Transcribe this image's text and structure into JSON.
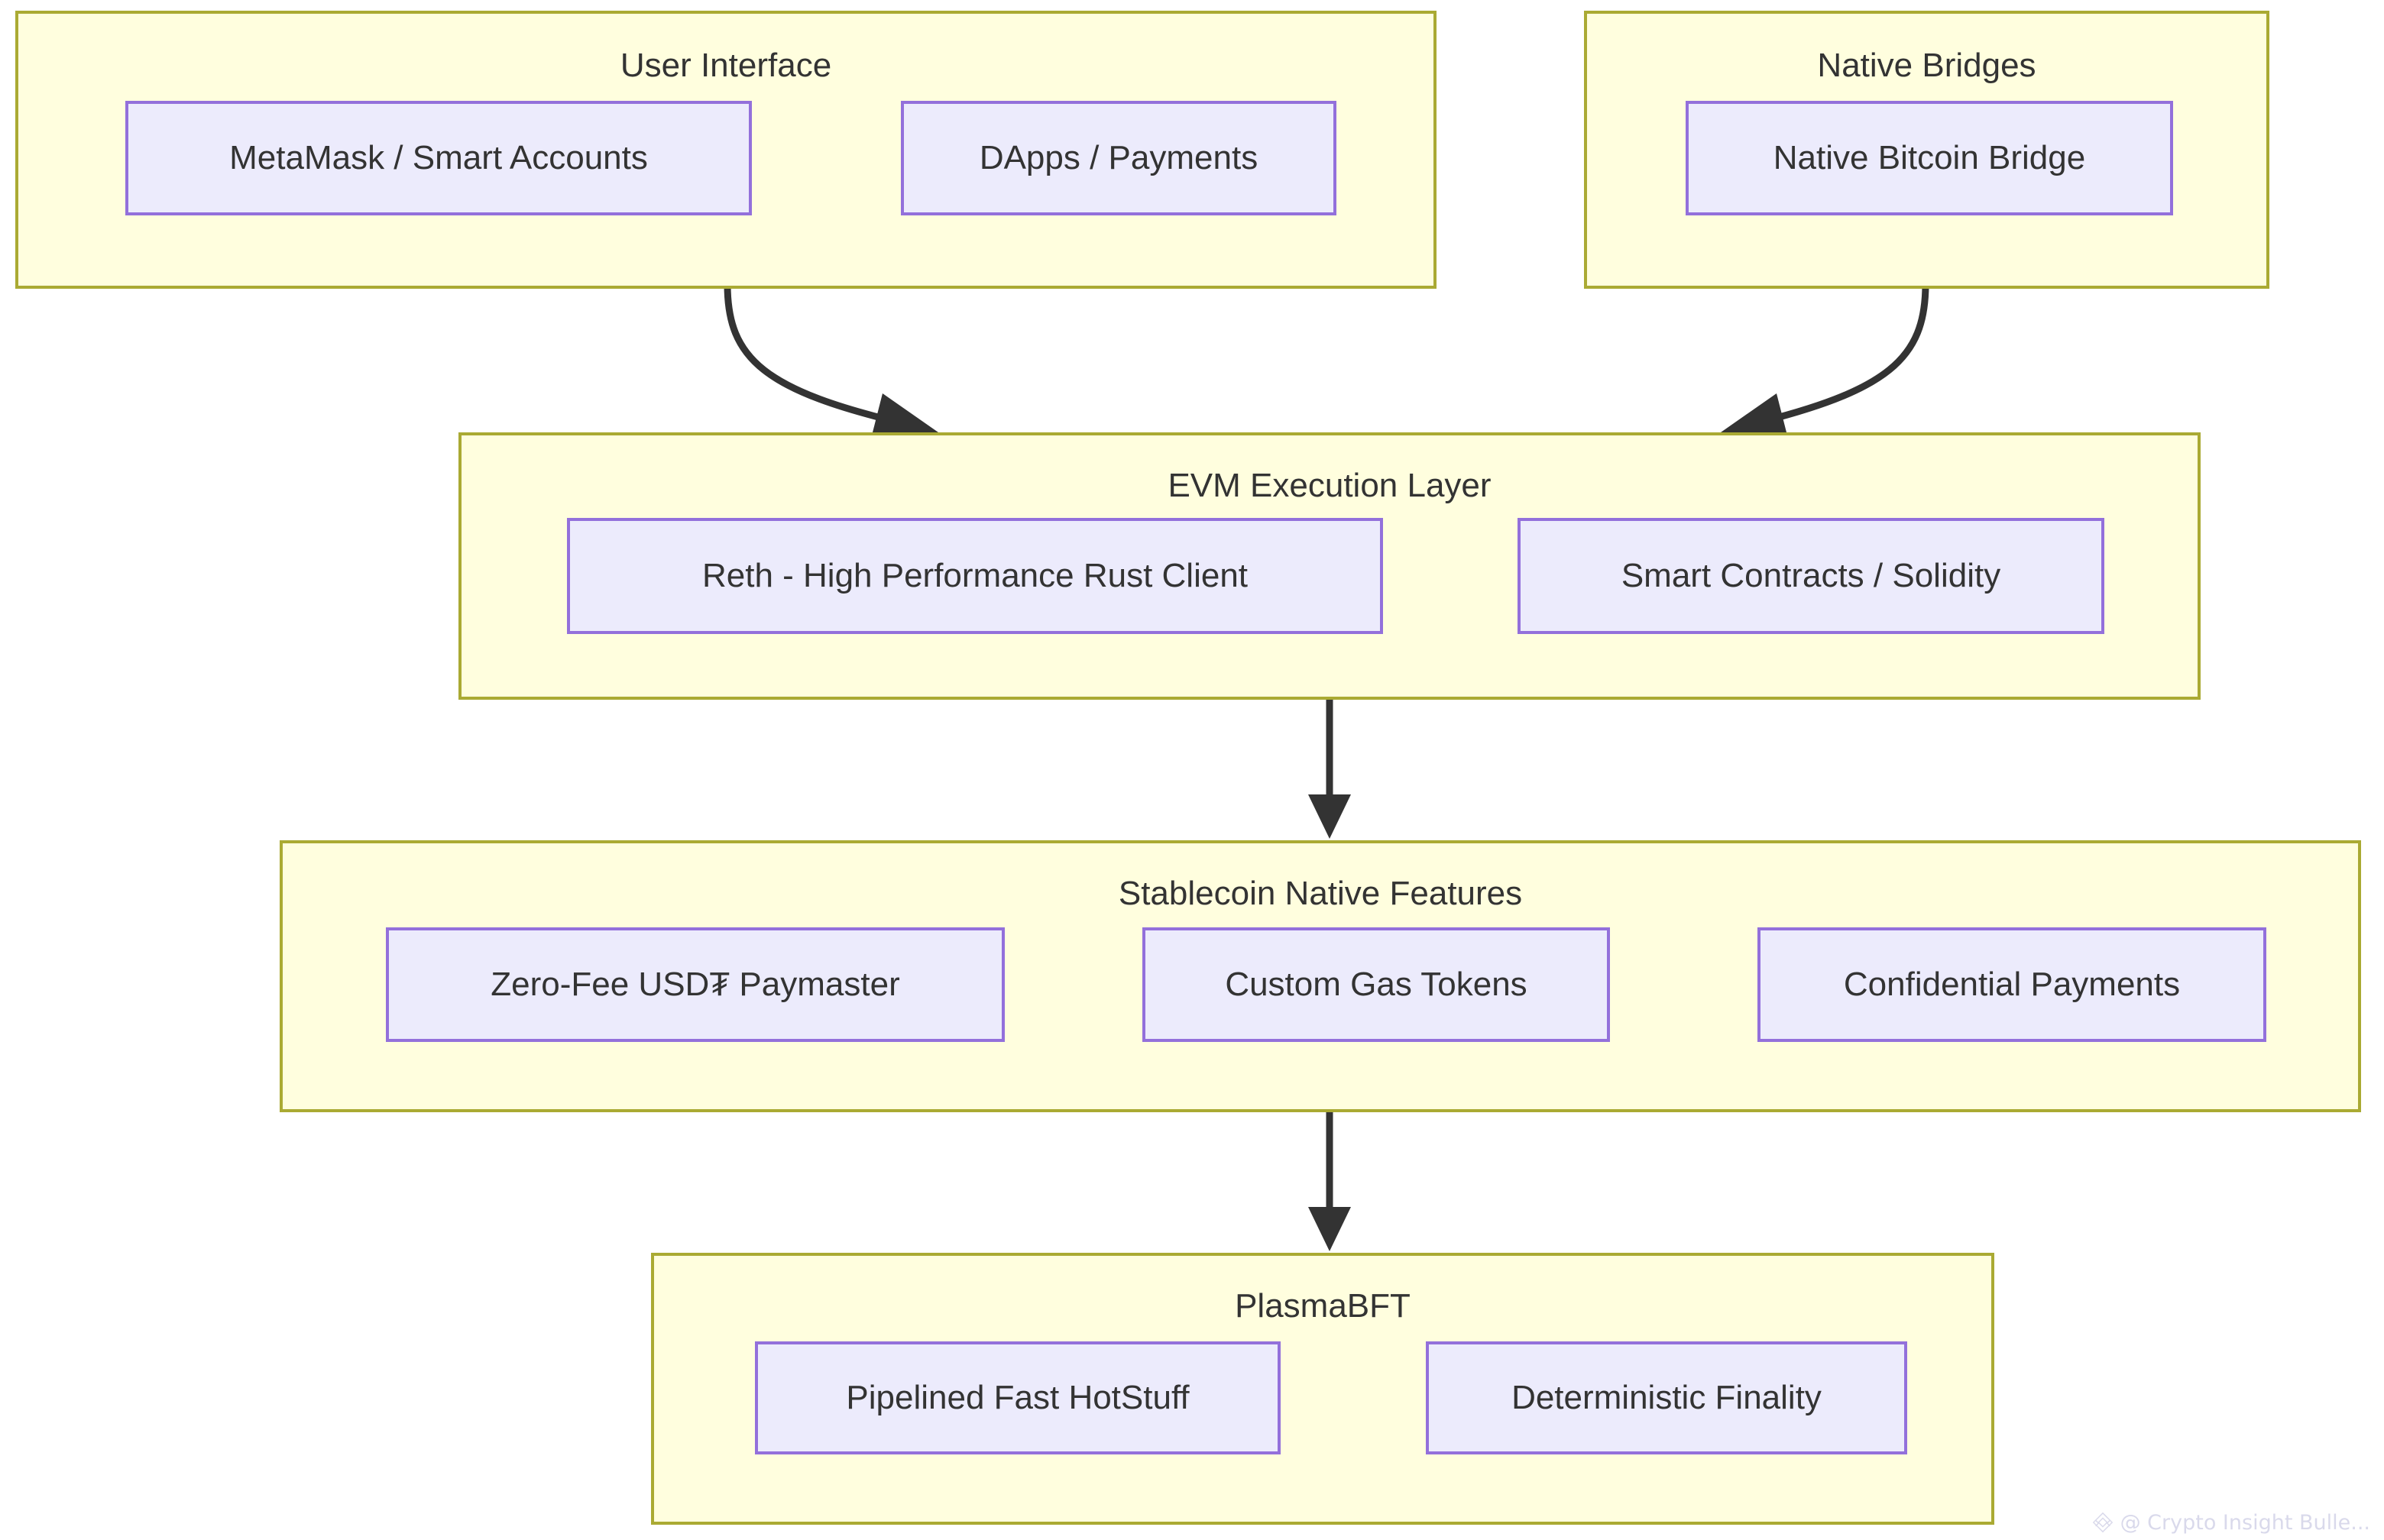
{
  "diagram": {
    "type": "flowchart",
    "direction": "top-down",
    "theme": {
      "cluster_fill": "#fffede",
      "cluster_stroke": "#aaaa33",
      "node_fill": "#ecebfc",
      "node_stroke": "#9370db",
      "text_color": "#333333",
      "edge_color": "#333333",
      "background": "#ffffff"
    },
    "clusters": [
      {
        "id": "user-interface",
        "title": "User Interface",
        "nodes": [
          {
            "id": "metamask-smart-accounts",
            "label": "MetaMask / Smart Accounts"
          },
          {
            "id": "dapps-payments",
            "label": "DApps / Payments"
          }
        ]
      },
      {
        "id": "native-bridges",
        "title": "Native Bridges",
        "nodes": [
          {
            "id": "native-bitcoin-bridge",
            "label": "Native Bitcoin Bridge"
          }
        ]
      },
      {
        "id": "evm-execution-layer",
        "title": "EVM Execution Layer",
        "nodes": [
          {
            "id": "reth-client",
            "label": "Reth - High Performance Rust Client"
          },
          {
            "id": "smart-contracts-solidity",
            "label": "Smart Contracts / Solidity"
          }
        ]
      },
      {
        "id": "stablecoin-native-features",
        "title": "Stablecoin Native Features",
        "nodes": [
          {
            "id": "zero-fee-usdt-paymaster",
            "label": "Zero-Fee USD₮ Paymaster"
          },
          {
            "id": "custom-gas-tokens",
            "label": "Custom Gas Tokens"
          },
          {
            "id": "confidential-payments",
            "label": "Confidential Payments"
          }
        ]
      },
      {
        "id": "plasmabft",
        "title": "PlasmaBFT",
        "nodes": [
          {
            "id": "pipelined-fast-hotstuff",
            "label": "Pipelined Fast HotStuff"
          },
          {
            "id": "deterministic-finality",
            "label": "Deterministic Finality"
          }
        ]
      }
    ],
    "edges": [
      {
        "id": "edge-ui-to-evm",
        "from": "user-interface",
        "to": "evm-execution-layer",
        "style": "curved",
        "arrow": "end"
      },
      {
        "id": "edge-bridges-to-evm",
        "from": "native-bridges",
        "to": "evm-execution-layer",
        "style": "curved",
        "arrow": "end"
      },
      {
        "id": "edge-evm-to-stablecoin",
        "from": "evm-execution-layer",
        "to": "stablecoin-native-features",
        "style": "straight",
        "arrow": "end"
      },
      {
        "id": "edge-stablecoin-to-plasmabft",
        "from": "stablecoin-native-features",
        "to": "plasmabft",
        "style": "straight",
        "arrow": "end"
      }
    ]
  },
  "watermark": {
    "icon": "diamond-logo-icon",
    "label": "@ Crypto Insight Bulle..."
  }
}
